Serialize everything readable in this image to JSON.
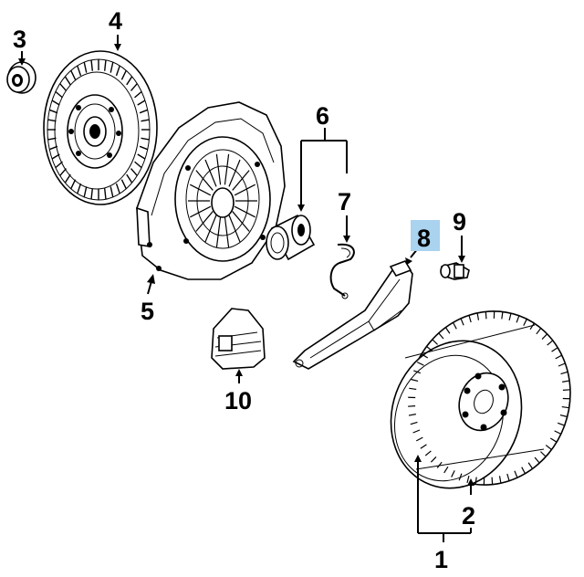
{
  "diagram": {
    "callouts": [
      {
        "id": "1",
        "label": "1",
        "part": "flywheel-assembly",
        "highlighted": false
      },
      {
        "id": "2",
        "label": "2",
        "part": "flywheel-ring-gear",
        "highlighted": false
      },
      {
        "id": "3",
        "label": "3",
        "part": "pilot-bearing",
        "highlighted": false
      },
      {
        "id": "4",
        "label": "4",
        "part": "clutch-disc",
        "highlighted": false
      },
      {
        "id": "5",
        "label": "5",
        "part": "pressure-plate",
        "highlighted": false
      },
      {
        "id": "6",
        "label": "6",
        "part": "release-bearing-assembly",
        "highlighted": false
      },
      {
        "id": "7",
        "label": "7",
        "part": "retaining-clip",
        "highlighted": false
      },
      {
        "id": "8",
        "label": "8",
        "part": "release-fork",
        "highlighted": true
      },
      {
        "id": "9",
        "label": "9",
        "part": "pivot-bolt",
        "highlighted": false
      },
      {
        "id": "10",
        "label": "10",
        "part": "fork-boot",
        "highlighted": false
      }
    ],
    "highlight_color": "#a9d3ef",
    "line_color": "#000000",
    "background": "#ffffff"
  }
}
